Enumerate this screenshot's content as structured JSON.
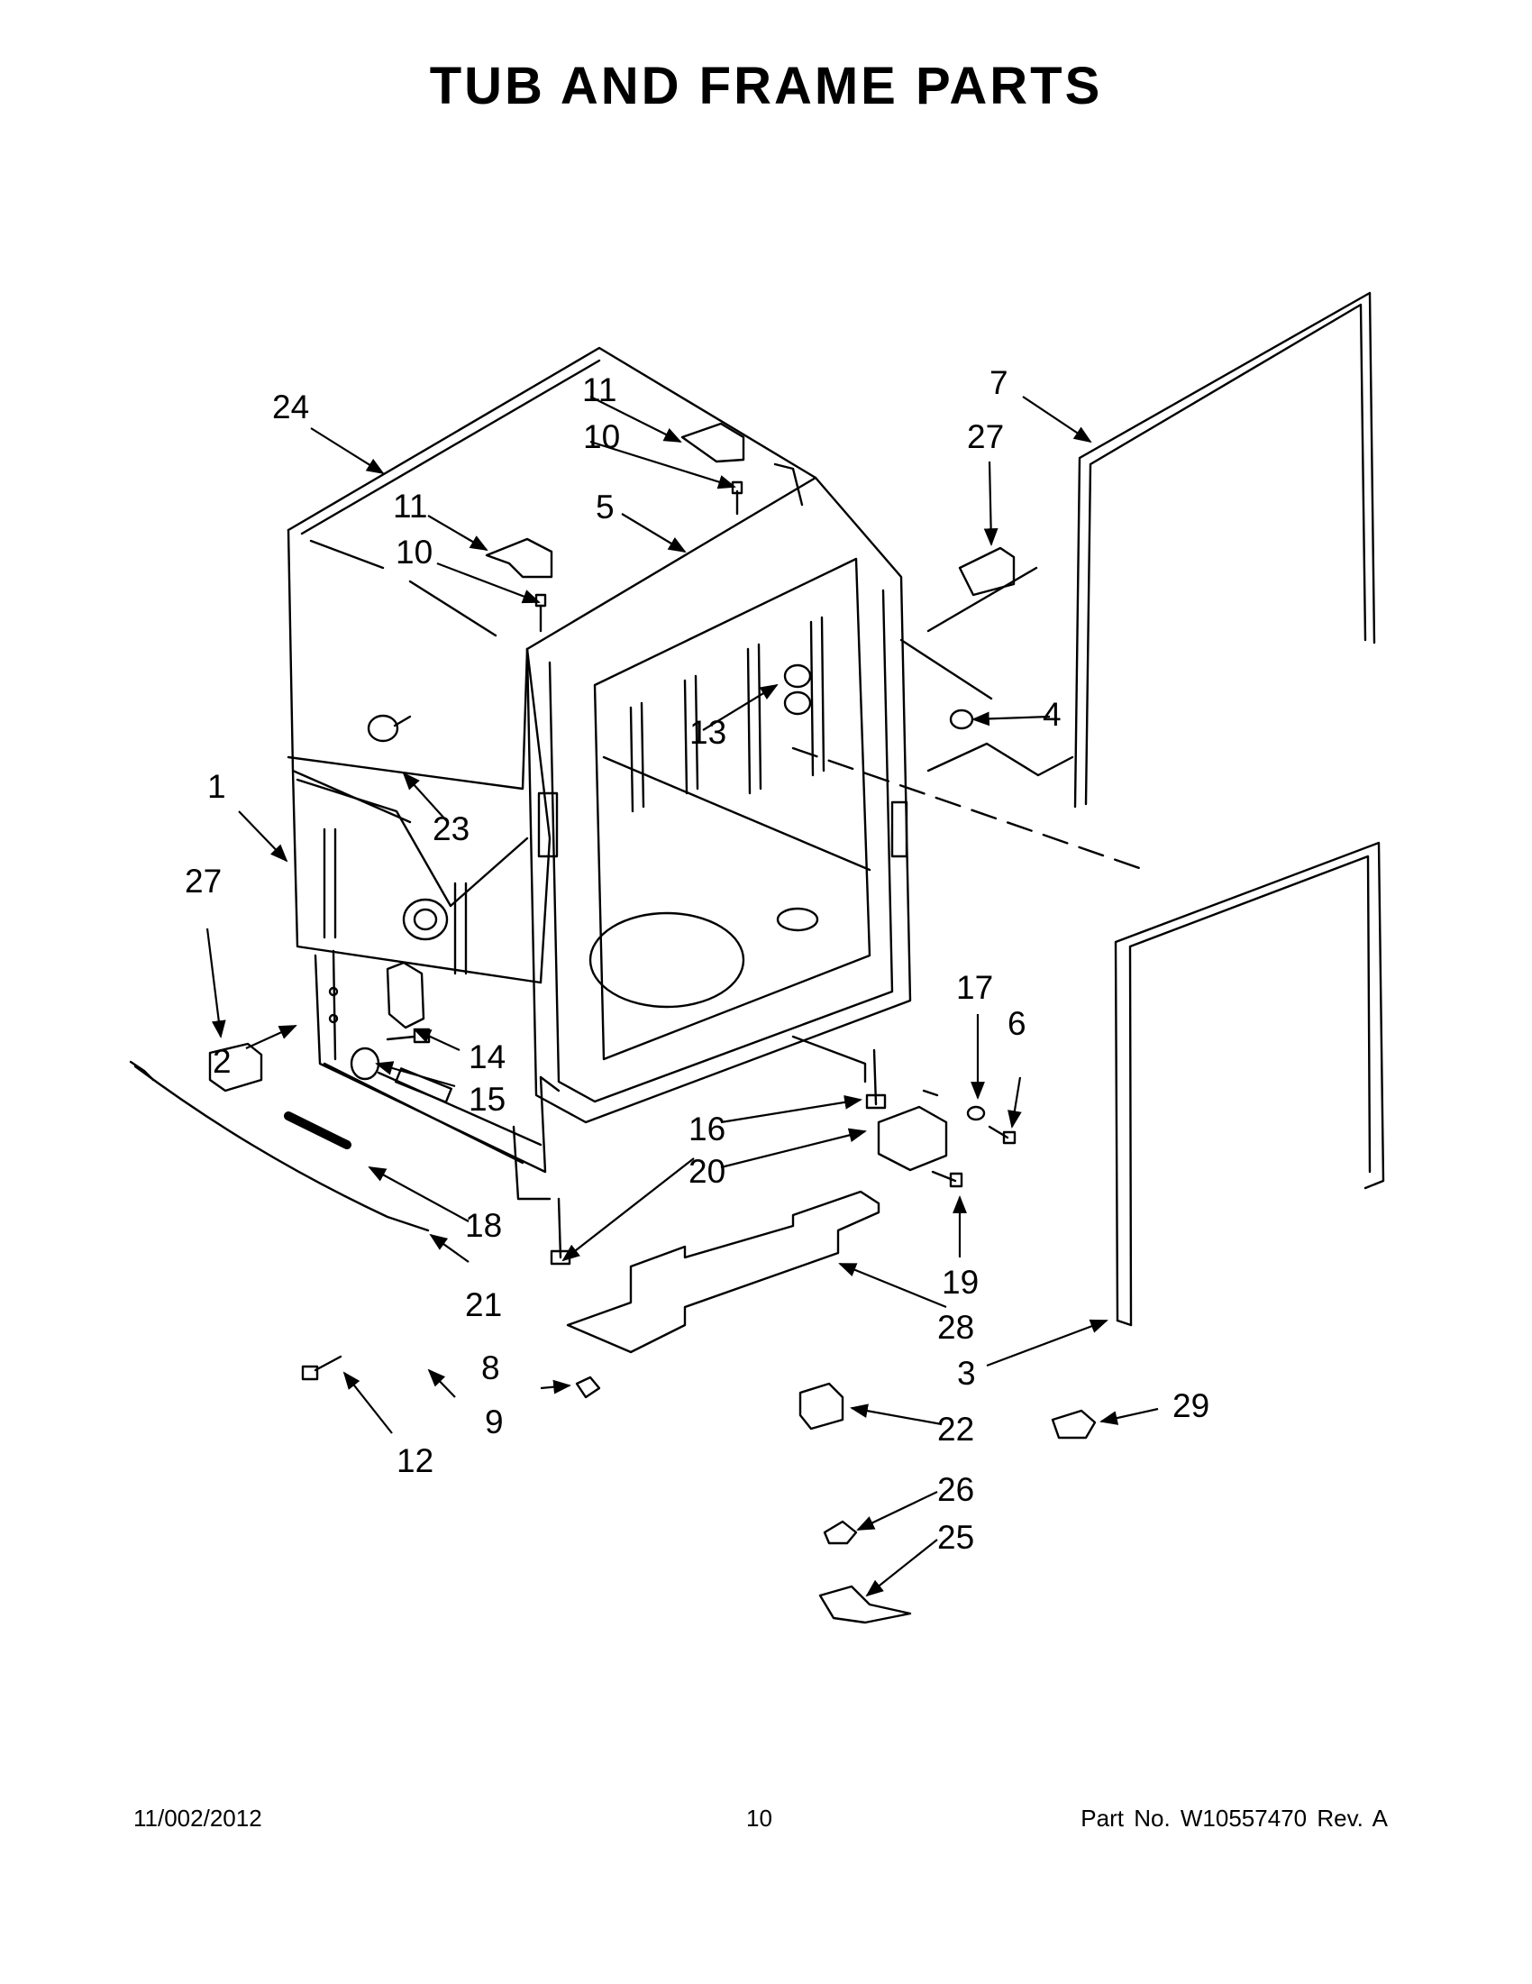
{
  "title": "TUB AND FRAME PARTS",
  "callouts": [
    "1",
    "2",
    "3",
    "4",
    "5",
    "6",
    "7",
    "8",
    "9",
    "10",
    "11",
    "12",
    "13",
    "14",
    "15",
    "16",
    "17",
    "18",
    "19",
    "20",
    "21",
    "22",
    "23",
    "24",
    "25",
    "26",
    "27",
    "28",
    "29"
  ],
  "footer": {
    "date": "11/002/2012",
    "page": "10",
    "part": "Part No.  W10557470  Rev.  A"
  }
}
